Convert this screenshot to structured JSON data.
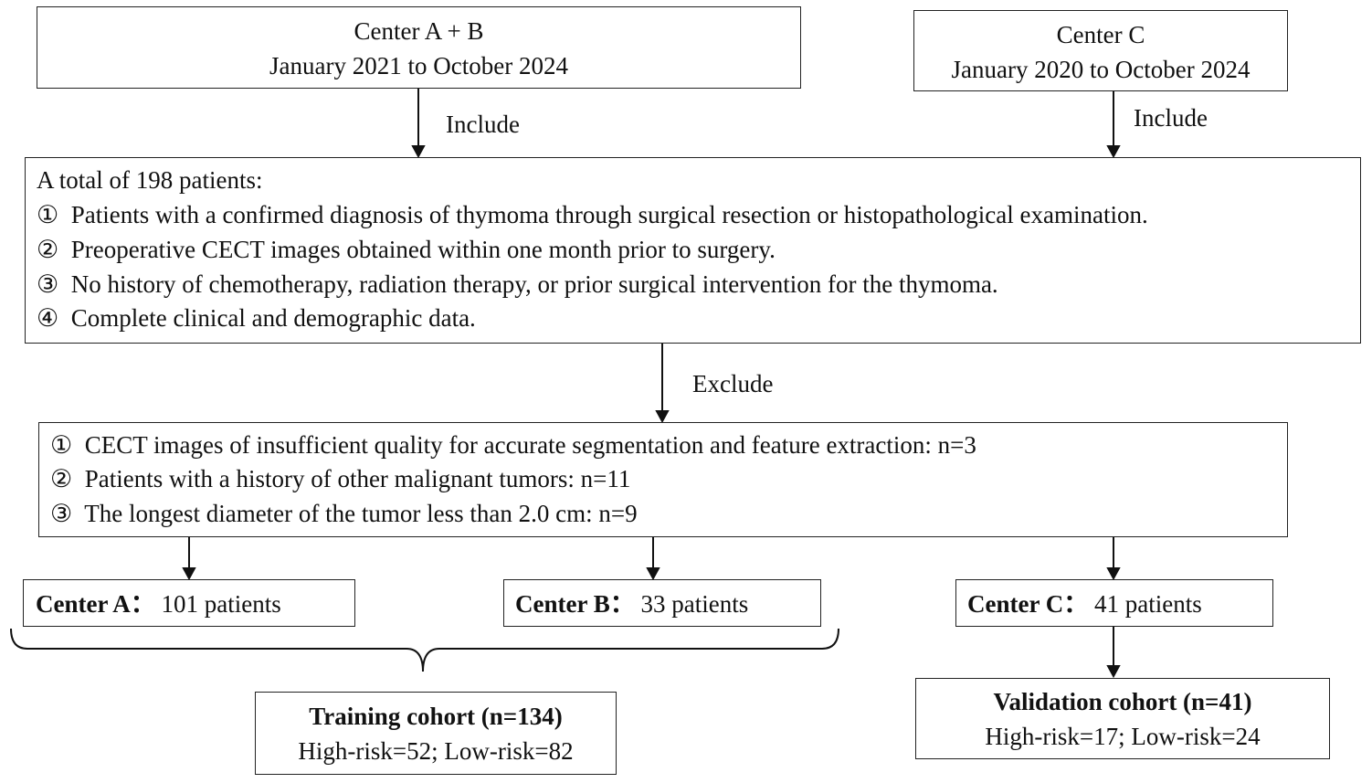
{
  "source_boxes": [
    {
      "title": "Center A + B",
      "period": "January 2021 to October 2024"
    },
    {
      "title": "Center C",
      "period": "January 2020 to October 2024"
    }
  ],
  "include_label": "Include",
  "exclude_label": "Exclude",
  "inclusion": {
    "heading": "A total of 198 patients:",
    "criteria": [
      {
        "marker": "①",
        "text": "Patients with a confirmed diagnosis of thymoma through surgical resection or histopathological examination."
      },
      {
        "marker": "②",
        "text": "Preoperative CECT images obtained within one month prior to surgery."
      },
      {
        "marker": "③",
        "text": "No history of chemotherapy, radiation therapy, or prior surgical intervention for the thymoma."
      },
      {
        "marker": "④",
        "text": "Complete clinical and demographic data."
      }
    ]
  },
  "exclusion": {
    "criteria": [
      {
        "marker": "①",
        "text": "CECT images of insufficient quality for accurate segmentation and feature extraction: n=3"
      },
      {
        "marker": "②",
        "text": "Patients with a history of other malignant tumors: n=11"
      },
      {
        "marker": "③",
        "text": "The longest diameter of the tumor less than 2.0 cm: n=9"
      }
    ]
  },
  "centers": [
    {
      "name": "Center A：",
      "count": "101 patients"
    },
    {
      "name": "Center B：",
      "count": "33 patients"
    },
    {
      "name": "Center C：",
      "count": "41 patients"
    }
  ],
  "cohorts": {
    "training": {
      "title": "Training cohort (n=134)",
      "detail": "High-risk=52; Low-risk=82"
    },
    "validation": {
      "title": "Validation cohort (n=41)",
      "detail": "High-risk=17; Low-risk=24"
    }
  }
}
